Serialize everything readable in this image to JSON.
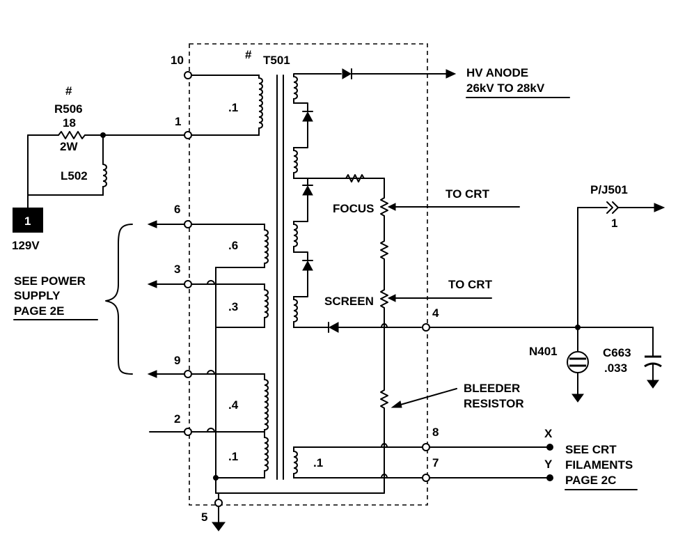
{
  "transformer": {
    "ref": "T501",
    "mark": "#",
    "windings": [
      ".1",
      ".6",
      ".3",
      ".4",
      ".1",
      ".1"
    ]
  },
  "pins": [
    "10",
    "1",
    "6",
    "3",
    "9",
    "2",
    "5",
    "4",
    "8",
    "7"
  ],
  "resistor_r506": {
    "mark": "#",
    "ref": "R506",
    "value": "18",
    "power": "2W"
  },
  "inductor": {
    "ref": "L502"
  },
  "connector_1": {
    "number": "1",
    "voltage": "129V"
  },
  "power_supply_note": {
    "lines": [
      "SEE POWER",
      "SUPPLY",
      "PAGE 2E"
    ]
  },
  "hv_anode": {
    "line1": "HV ANODE",
    "line2": "26kV TO 28kV"
  },
  "focus": {
    "label": "FOCUS",
    "dest": "TO CRT"
  },
  "screen": {
    "label": "SCREEN",
    "dest": "TO CRT"
  },
  "bleeder": {
    "line1": "BLEEDER",
    "line2": "RESISTOR"
  },
  "connector_j501": {
    "ref": "P/J501",
    "pin": "1"
  },
  "neon": {
    "ref": "N401"
  },
  "capacitor": {
    "ref": "C663",
    "value": ".033"
  },
  "filaments": {
    "x": "X",
    "y": "Y",
    "lines": [
      "SEE CRT",
      "FILAMENTS",
      "PAGE 2C"
    ]
  }
}
